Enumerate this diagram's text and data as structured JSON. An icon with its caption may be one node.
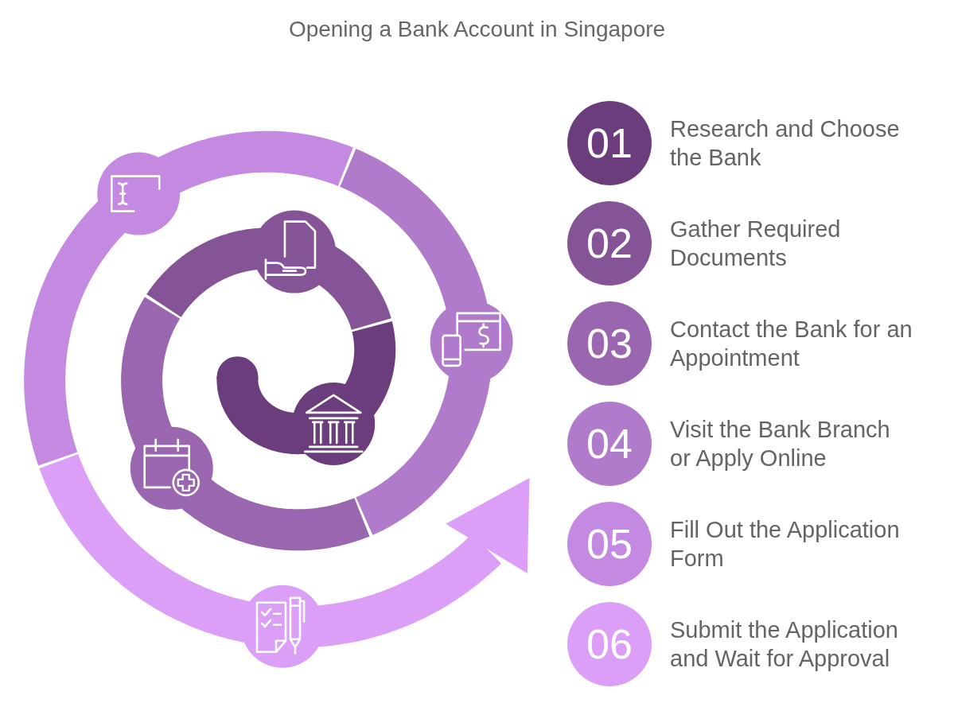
{
  "diagram": {
    "title": "Opening a Bank Account in Singapore",
    "nodes": [
      {
        "text": [
          "01"
        ],
        "beside": [
          "Research and Choose the Bank"
        ]
      },
      {
        "text": [
          "02"
        ],
        "beside": [
          "Gather Required Documents"
        ]
      },
      {
        "text": [
          "03"
        ],
        "beside": [
          "Contact the Bank for an Appointment"
        ]
      },
      {
        "text": [
          "04"
        ],
        "beside": [
          "Visit the Bank Branch or Apply Online"
        ]
      },
      {
        "text": [
          "05"
        ],
        "beside": [
          "Fill Out the Application Form"
        ]
      },
      {
        "text": [
          "06"
        ],
        "beside": [
          "Submit the Application and Wait for Approval"
        ]
      }
    ]
  }
}
